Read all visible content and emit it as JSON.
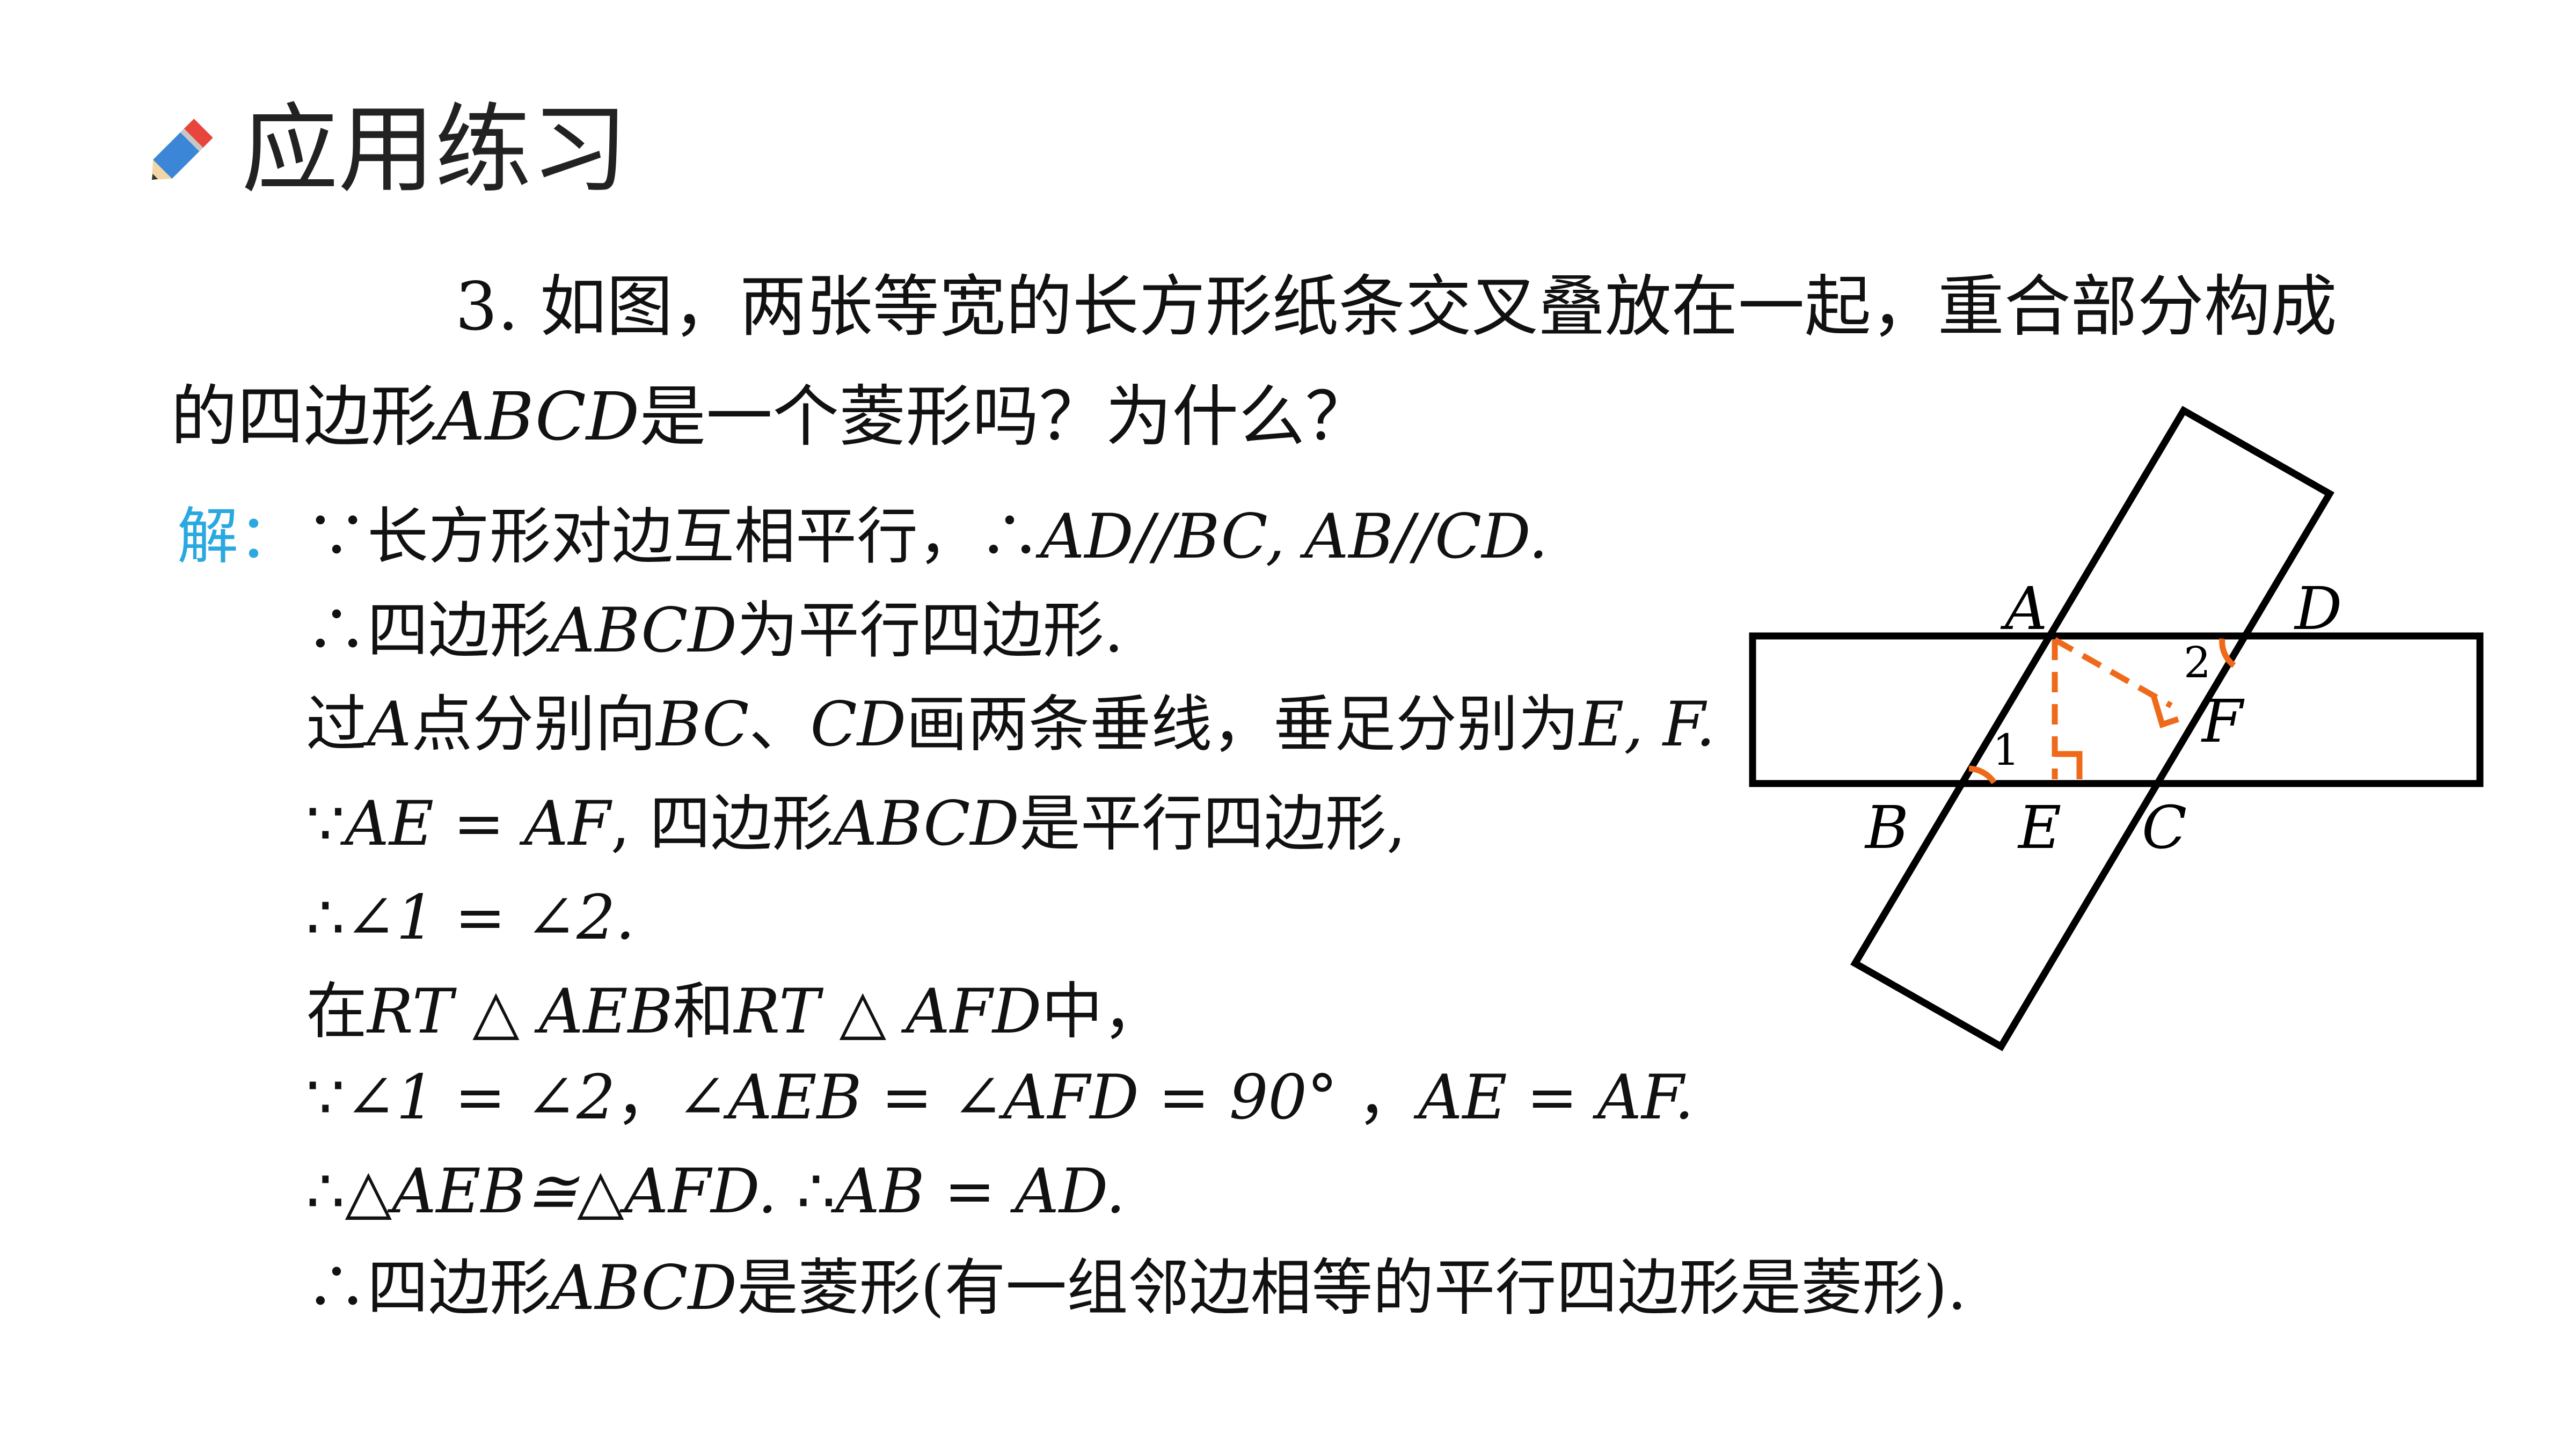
{
  "header": {
    "title": "应用练习",
    "icon": "pencil-icon"
  },
  "problem": {
    "line1": "3. 如图，两张等宽的长方形纸条交叉叠放在一起，重合部分构成",
    "line2_a": "的四边形",
    "line2_m": "ABCD",
    "line2_b": "是一个菱形吗？为什么？"
  },
  "solution": {
    "label": "解：",
    "steps": [
      [
        "∵长方形对边互相平行，∴",
        "AD//BC, AB//CD."
      ],
      [
        "∴四边形",
        "ABCD",
        "为平行四边形."
      ],
      [
        "过",
        "A",
        "点分别向",
        "BC",
        "、",
        "CD",
        "画两条垂线，垂足分别为",
        "E, F."
      ],
      [
        "∵",
        "AE = AF",
        ", 四边形",
        "ABCD",
        "是平行四边形,"
      ],
      [
        "∴",
        "∠1 = ∠2."
      ],
      [
        "在",
        "RT △ AEB",
        "和",
        "RT △ AFD",
        "中，"
      ],
      [
        "∵",
        "∠1 = ∠2",
        "，",
        "∠AEB = ∠AFD = 90°",
        " ，",
        "AE = AF."
      ],
      [
        "∴",
        "△AEB≅△AFD.",
        "     ∴",
        "AB = AD."
      ],
      [
        "∴四边形",
        "ABCD",
        "是菱形(有一组邻边相等的平行四边形是菱形)."
      ]
    ]
  },
  "figure": {
    "labels": {
      "A": "A",
      "D": "D",
      "B": "B",
      "E": "E",
      "C": "C",
      "F": "F",
      "angle1": "1",
      "angle2": "2"
    },
    "colors": {
      "strip": "#000000",
      "mark": "#ee6a1a"
    }
  }
}
